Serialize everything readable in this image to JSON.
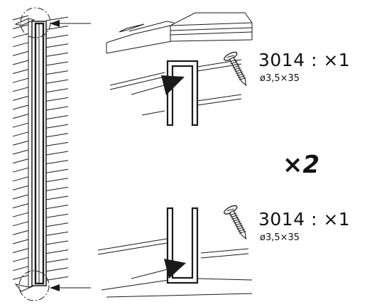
{
  "multiplier": "×2",
  "screws": [
    {
      "part_number": "3014",
      "quantity": "×1",
      "label": "3014 : ×1",
      "size": "ø3,5×35",
      "icon": "screw-icon"
    },
    {
      "part_number": "3014",
      "quantity": "×1",
      "label": "3014 : ×1",
      "size": "ø3,5×35",
      "icon": "screw-icon"
    }
  ],
  "icons": [
    "post-icon",
    "rail-icon",
    "bracket-icon",
    "screw-icon",
    "arrow-icon"
  ],
  "colors": {
    "line": "#1a1a1a",
    "fill": "#ffffff"
  }
}
